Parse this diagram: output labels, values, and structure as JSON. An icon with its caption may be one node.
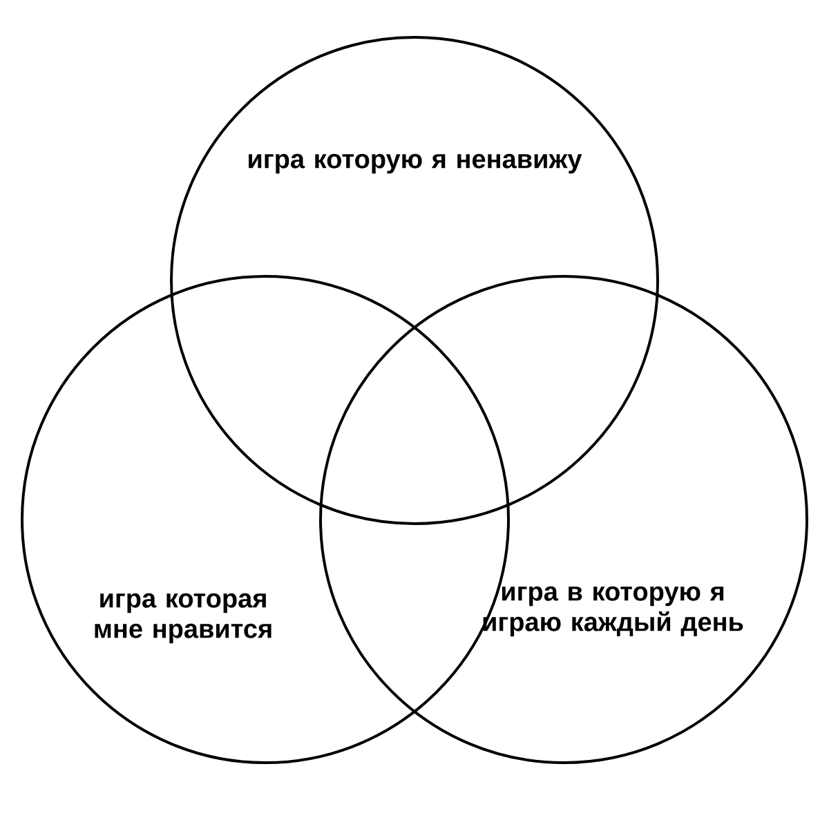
{
  "diagram": {
    "nodes": [
      {
        "text": [
          "игра которую я ненавижу"
        ]
      },
      {
        "text": [
          "игра которая мне нравится"
        ]
      },
      {
        "text": [
          "игра в которую я играю каждый день"
        ]
      }
    ],
    "edges": []
  }
}
